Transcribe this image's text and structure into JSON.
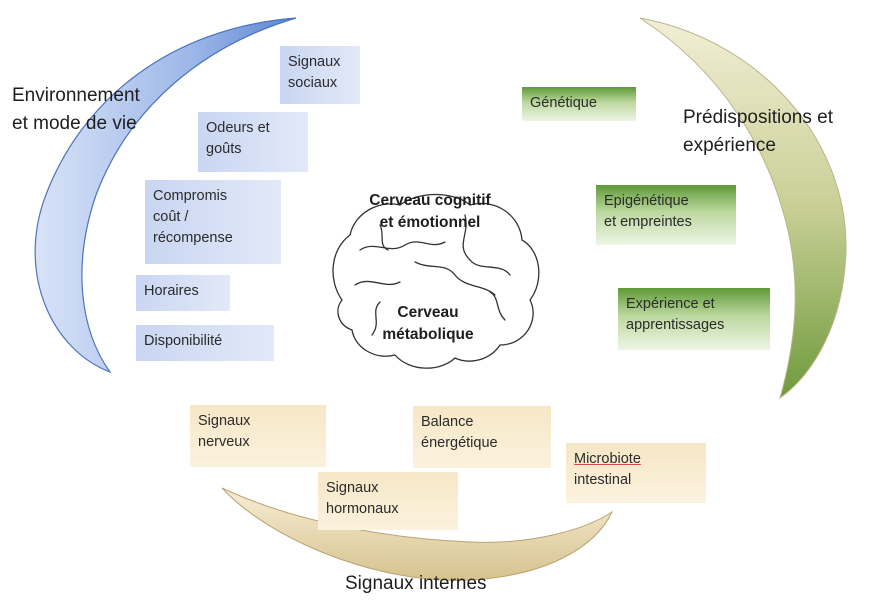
{
  "colors": {
    "blue_arc": "#5a86d3",
    "green_arc": "#6f9a3c",
    "beige_arc": "#d6c28e",
    "blue_box": "#c9d6f2",
    "green_box": "#5f9a37",
    "beige_box": "#f6e7c6"
  },
  "icons": {
    "brain": "brain-outline-icon"
  },
  "groups": {
    "environment": {
      "title_line1": "Environnement",
      "title_line2": "et mode de vie",
      "items": [
        {
          "lines": [
            "Signaux",
            "sociaux"
          ]
        },
        {
          "lines": [
            "Odeurs et",
            "goûts"
          ]
        },
        {
          "lines": [
            "Compromis",
            "coût /",
            "récompense"
          ]
        },
        {
          "lines": [
            "Horaires"
          ]
        },
        {
          "lines": [
            "Disponibilité"
          ]
        }
      ]
    },
    "predispositions": {
      "title_line1": "Prédispositions et",
      "title_line2": "expérience",
      "items": [
        {
          "lines": [
            "Génétique"
          ]
        },
        {
          "lines": [
            "Epigénétique",
            "et empreintes"
          ]
        },
        {
          "lines": [
            "Expérience et",
            "apprentissages"
          ]
        }
      ]
    },
    "internal": {
      "title": "Signaux internes",
      "items": [
        {
          "lines": [
            "Signaux",
            "nerveux"
          ]
        },
        {
          "lines": [
            "Balance",
            "énergétique"
          ]
        },
        {
          "lines": [
            "Signaux",
            "hormonaux"
          ]
        },
        {
          "lines": [
            "Microbiote",
            "intestinal"
          ]
        }
      ]
    }
  },
  "center": {
    "top_line1": "Cerveau cognitif",
    "top_line2": "et émotionnel",
    "bottom_line1": "Cerveau",
    "bottom_line2": "métabolique"
  }
}
